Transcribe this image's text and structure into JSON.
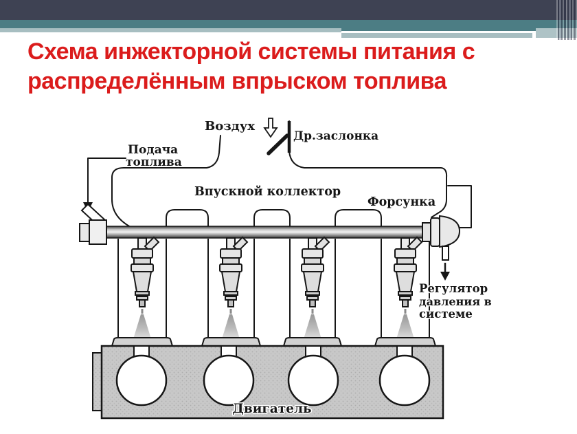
{
  "slide": {
    "title": {
      "line1": "Схема инжекторной системы питания с",
      "line2": "распределённым впрыском топлива",
      "color": "#db1c1c"
    },
    "theme": {
      "dark_bar": "#3e4253",
      "teal_bar": "#4c7d84",
      "light_teal": "#a7bec1",
      "background": "#ffffff"
    }
  },
  "diagram": {
    "labels": {
      "air": "Воздух",
      "throttle": "Др.заслонка",
      "fuel_supply_line1": "Подача",
      "fuel_supply_line2": "топлива",
      "manifold": "Впускной коллектор",
      "injector": "Форсунка",
      "regulator_line1": "Регулятор",
      "regulator_line2": "давления в",
      "regulator_line3": "системе",
      "engine": "Двигатель"
    }
  }
}
